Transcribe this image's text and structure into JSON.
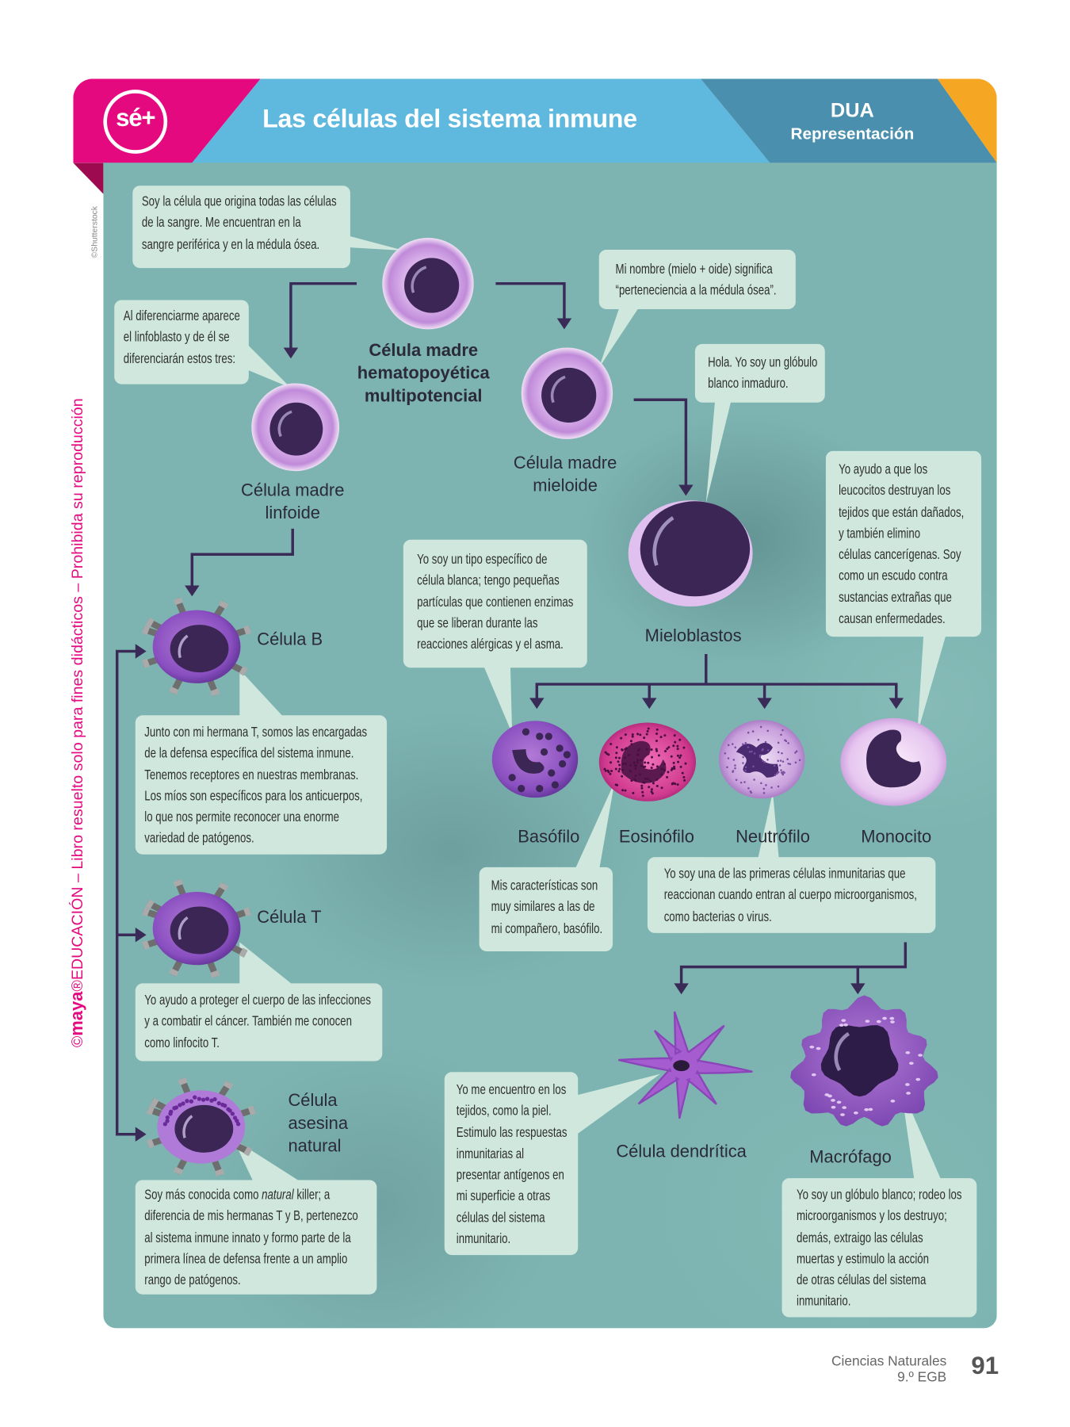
{
  "header": {
    "logo_text": "sé+",
    "title": "Las células del sistema inmune",
    "badge": "DUA",
    "badge_sub": "Representación"
  },
  "credits": {
    "photo": "©Shutterstock",
    "brand": "maya",
    "copyright": "EDUCACIÓN – Libro resuelto solo para fines didácticos – Prohibida su reproducción"
  },
  "labels": {
    "stem": "Célula madre\nhematopoyética\nmultipotencial",
    "lymphoid": "Célula madre\nlinfoide",
    "myeloid": "Célula madre\nmieloide",
    "myeloblasts": "Mieloblastos",
    "b_cell": "Célula B",
    "t_cell": "Célula T",
    "nk_cell": "Célula\nasesina\nnatural",
    "basophil": "Basófilo",
    "eosinophil": "Eosinófilo",
    "neutrophil": "Neutrófilo",
    "monocyte": "Monocito",
    "dendritic": "Célula dendrítica",
    "macrophage": "Macrófago"
  },
  "bubbles": {
    "stem": "Soy la célula que origina todas las células\nde la sangre. Me encuentran en la\nsangre periférica y en la médula ósea.",
    "lymphoid": "Al diferenciarme aparece\nel linfoblasto y de él se\ndiferenciarán estos tres:",
    "myeloid": "Mi nombre (mielo + oide) significa\n“perteneciencia a la médula ósea”.",
    "myeloblast": "Hola. Yo soy un glóbulo\nblanco inmaduro.",
    "monocyte": "Yo ayudo a que los\nleucocitos destruyan los\ntejidos que están dañados,\ny también elimino\ncélulas cancerígenas. Soy\ncomo un escudo contra\nsustancias extrañas que\ncausan enfermedades.",
    "basophil": "Yo soy un tipo específico de\ncélula blanca; tengo pequeñas\npartículas que contienen enzimas\nque se liberan durante las\nreacciones alérgicas y el asma.",
    "b_cell": "Junto con mi hermana T, somos las encargadas\nde la defensa específica del sistema inmune.\nTenemos receptores en nuestras membranas.\nLos míos son específicos para los anticuerpos,\nlo que nos permite reconocer una enorme\nvariedad de patógenos.",
    "eosinophil": "Mis características son\nmuy similares a las de\nmi compañero, basófilo.",
    "neutrophil": "Yo soy una de las primeras células inmunitarias que\nreaccionan cuando entran al cuerpo microorganismos,\ncomo bacterias o virus.",
    "t_cell": "Yo ayudo a proteger el cuerpo de las infecciones\ny a combatir el cáncer. También me conocen\ncomo linfocito T.",
    "nk_prefix": "Soy más conocida como ",
    "nk_italic": "natural",
    "nk_rest": " killer; a\ndiferencia de mis hermanas T y B, pertenezco\nal sistema inmune innato y formo parte de la\nprimera línea de defensa frente a un amplio\nrango de patógenos.",
    "dendritic": "Yo me encuentro en los\ntejidos, como la piel.\nEstimulo las respuestas\ninmunitarias al\npresentar antígenos en\nmi superficie a otras\ncélulas del sistema\ninmunitario.",
    "macrophage": "Yo soy un glóbulo blanco; rodeo los\nmicroorganismos y los destruyo;\ndemás, extraigo las células\nmuertas y estimulo la acción\nde otras células del sistema\ninmunitario."
  },
  "footer": {
    "subject": "Ciencias Naturales",
    "grade": "9.º EGB",
    "page": "91"
  },
  "colors": {
    "pink": "#e5097f",
    "blue": "#5fb8dd",
    "dark_blue": "#4a8fae",
    "orange": "#f5a623",
    "bubble": "#cfe7dd",
    "arrow": "#3a2a58",
    "nucleus": "#3b2656"
  }
}
